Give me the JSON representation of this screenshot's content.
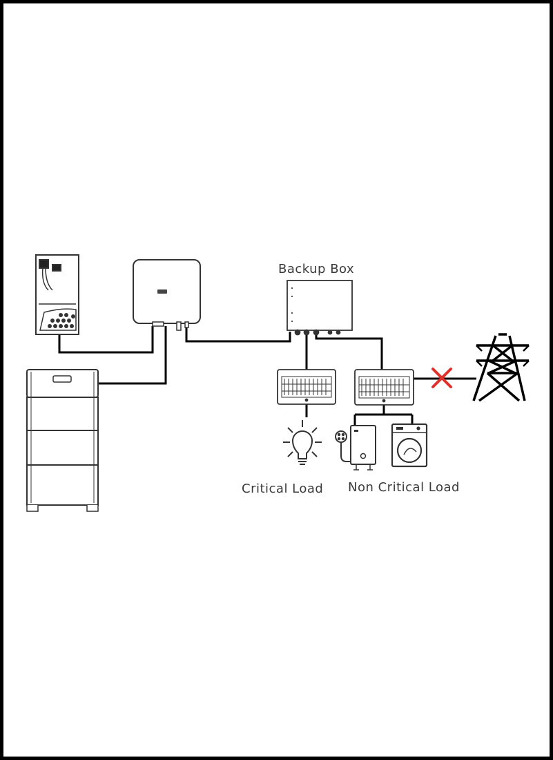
{
  "labels": {
    "backup_box": "Backup Box",
    "critical_load": "Critical Load",
    "non_critical_load": "Non Critical Load"
  },
  "colors": {
    "line": "#000000",
    "stroke": "#3a3a3a",
    "grid_disconnect": "#e0302a"
  },
  "icons": {
    "pv_panel": "solar-panel-icon",
    "inverter": "inverter-icon",
    "battery": "battery-stack-icon",
    "backup_box": "backup-box-icon",
    "distribution_board_critical": "distribution-board-icon",
    "distribution_board_noncritical": "distribution-board-icon",
    "light_bulb": "light-bulb-icon",
    "shower": "shower-icon",
    "water_heater": "water-heater-icon",
    "washing_machine": "washing-machine-icon",
    "grid_tower": "transmission-tower-icon",
    "disconnect": "cross-mark-icon"
  }
}
